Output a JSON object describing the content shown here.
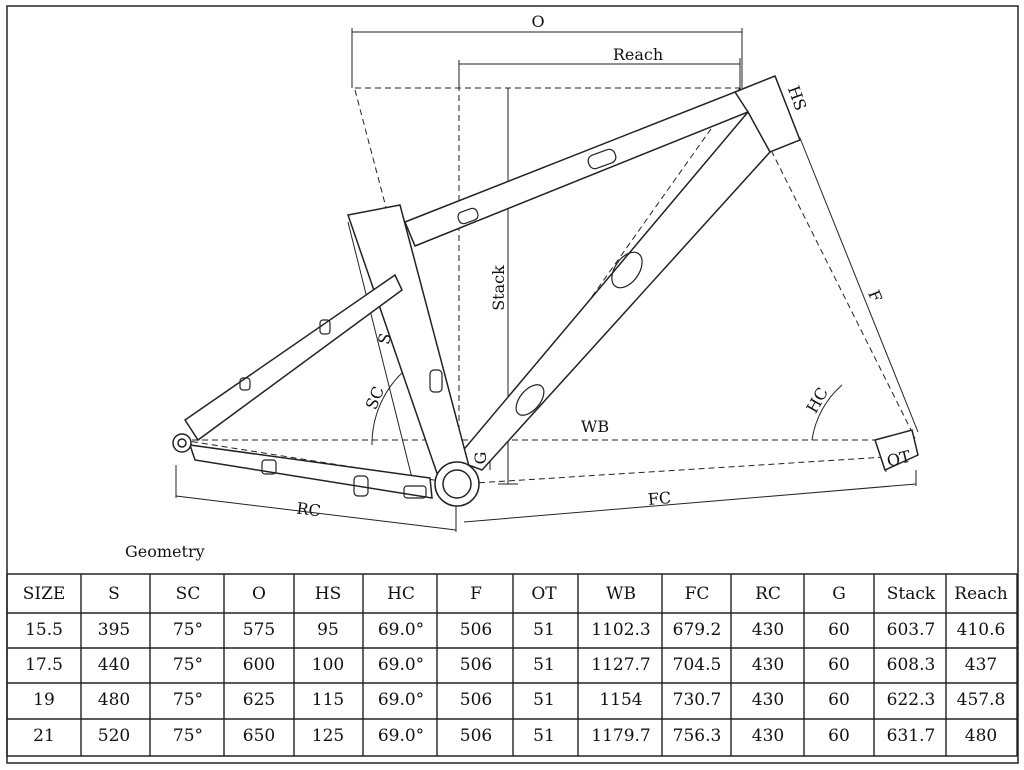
{
  "caption": "Geometry",
  "labels": {
    "o": "O",
    "reach": "Reach",
    "stack": "Stack",
    "hs": "HS",
    "f": "F",
    "s": "S",
    "sc": "SC",
    "hc": "HC",
    "wb": "WB",
    "g": "G",
    "ot": "OT",
    "rc": "RC",
    "fc": "FC"
  },
  "table": {
    "headers": [
      "SIZE",
      "S",
      "SC",
      "O",
      "HS",
      "HC",
      "F",
      "OT",
      "WB",
      "FC",
      "RC",
      "G",
      "Stack",
      "Reach"
    ],
    "rows": [
      [
        "15.5",
        "395",
        "75°",
        "575",
        "95",
        "69.0°",
        "506",
        "51",
        "1102.3",
        "679.2",
        "430",
        "60",
        "603.7",
        "410.6"
      ],
      [
        "17.5",
        "440",
        "75°",
        "600",
        "100",
        "69.0°",
        "506",
        "51",
        "1127.7",
        "704.5",
        "430",
        "60",
        "608.3",
        "437"
      ],
      [
        "19",
        "480",
        "75°",
        "625",
        "115",
        "69.0°",
        "506",
        "51",
        "1154",
        "730.7",
        "430",
        "60",
        "622.3",
        "457.8"
      ],
      [
        "21",
        "520",
        "75°",
        "650",
        "125",
        "69.0°",
        "506",
        "51",
        "1179.7",
        "756.3",
        "430",
        "60",
        "631.7",
        "480"
      ]
    ]
  },
  "colors": {
    "line": "#222222",
    "frame_fill": "#ffffff",
    "background": "#ffffff"
  }
}
